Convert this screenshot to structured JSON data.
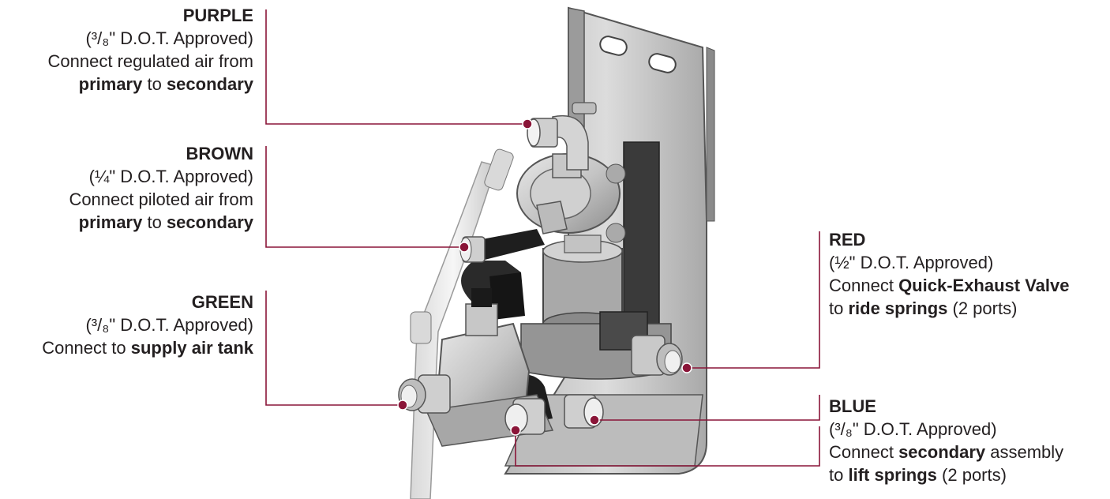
{
  "colors": {
    "leader": "#8a1538",
    "text": "#231f20"
  },
  "labels": {
    "purple": {
      "title": "PURPLE",
      "spec": "(³/₈\" D.O.T. Approved)",
      "line1": "Connect regulated air from",
      "line2_b1": "primary",
      "line2_t1": " to ",
      "line2_b2": "secondary"
    },
    "brown": {
      "title": "BROWN",
      "spec": "(¼\" D.O.T. Approved)",
      "line1": "Connect piloted air from",
      "line2_b1": "primary",
      "line2_t1": " to ",
      "line2_b2": "secondary"
    },
    "green": {
      "title": "GREEN",
      "spec": "(³/₈\" D.O.T. Approved)",
      "line1_t1": "Connect to ",
      "line1_b1": "supply air tank"
    },
    "red": {
      "title": "RED",
      "spec": "(½\" D.O.T. Approved)",
      "line1_t1": "Connect ",
      "line1_b1": "Quick-Exhaust Valve",
      "line2_t1": "to ",
      "line2_b1": "ride springs",
      "line2_t2": " (2 ports)"
    },
    "blue": {
      "title": "BLUE",
      "spec": "(³/₈\" D.O.T. Approved)",
      "line1_t1": "Connect ",
      "line1_b1": "secondary",
      "line1_t2": " assembly",
      "line2_t1": "to ",
      "line2_b1": "lift springs",
      "line2_t2": " (2 ports)"
    }
  }
}
